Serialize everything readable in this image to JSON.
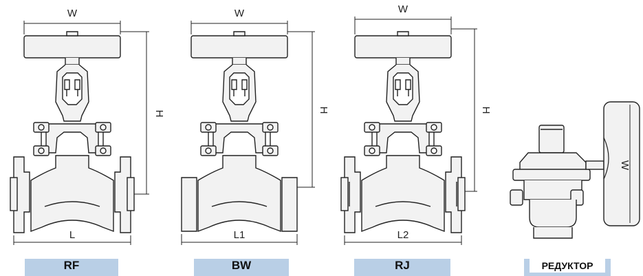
{
  "views": [
    {
      "id": "rf",
      "caption": "RF",
      "width_label": "W",
      "height_label": "H",
      "length_label": "L"
    },
    {
      "id": "bw",
      "caption": "BW",
      "width_label": "W",
      "height_label": "H",
      "length_label": "L1"
    },
    {
      "id": "rj",
      "caption": "RJ",
      "width_label": "W",
      "height_label": "H",
      "length_label": "L2"
    },
    {
      "id": "gear",
      "caption": "РЕДУКТОР",
      "width_label": "W"
    }
  ],
  "colors": {
    "line": "#222222",
    "body_fill": "#f2f2f2",
    "caption_bg": "#b9cfe6"
  }
}
